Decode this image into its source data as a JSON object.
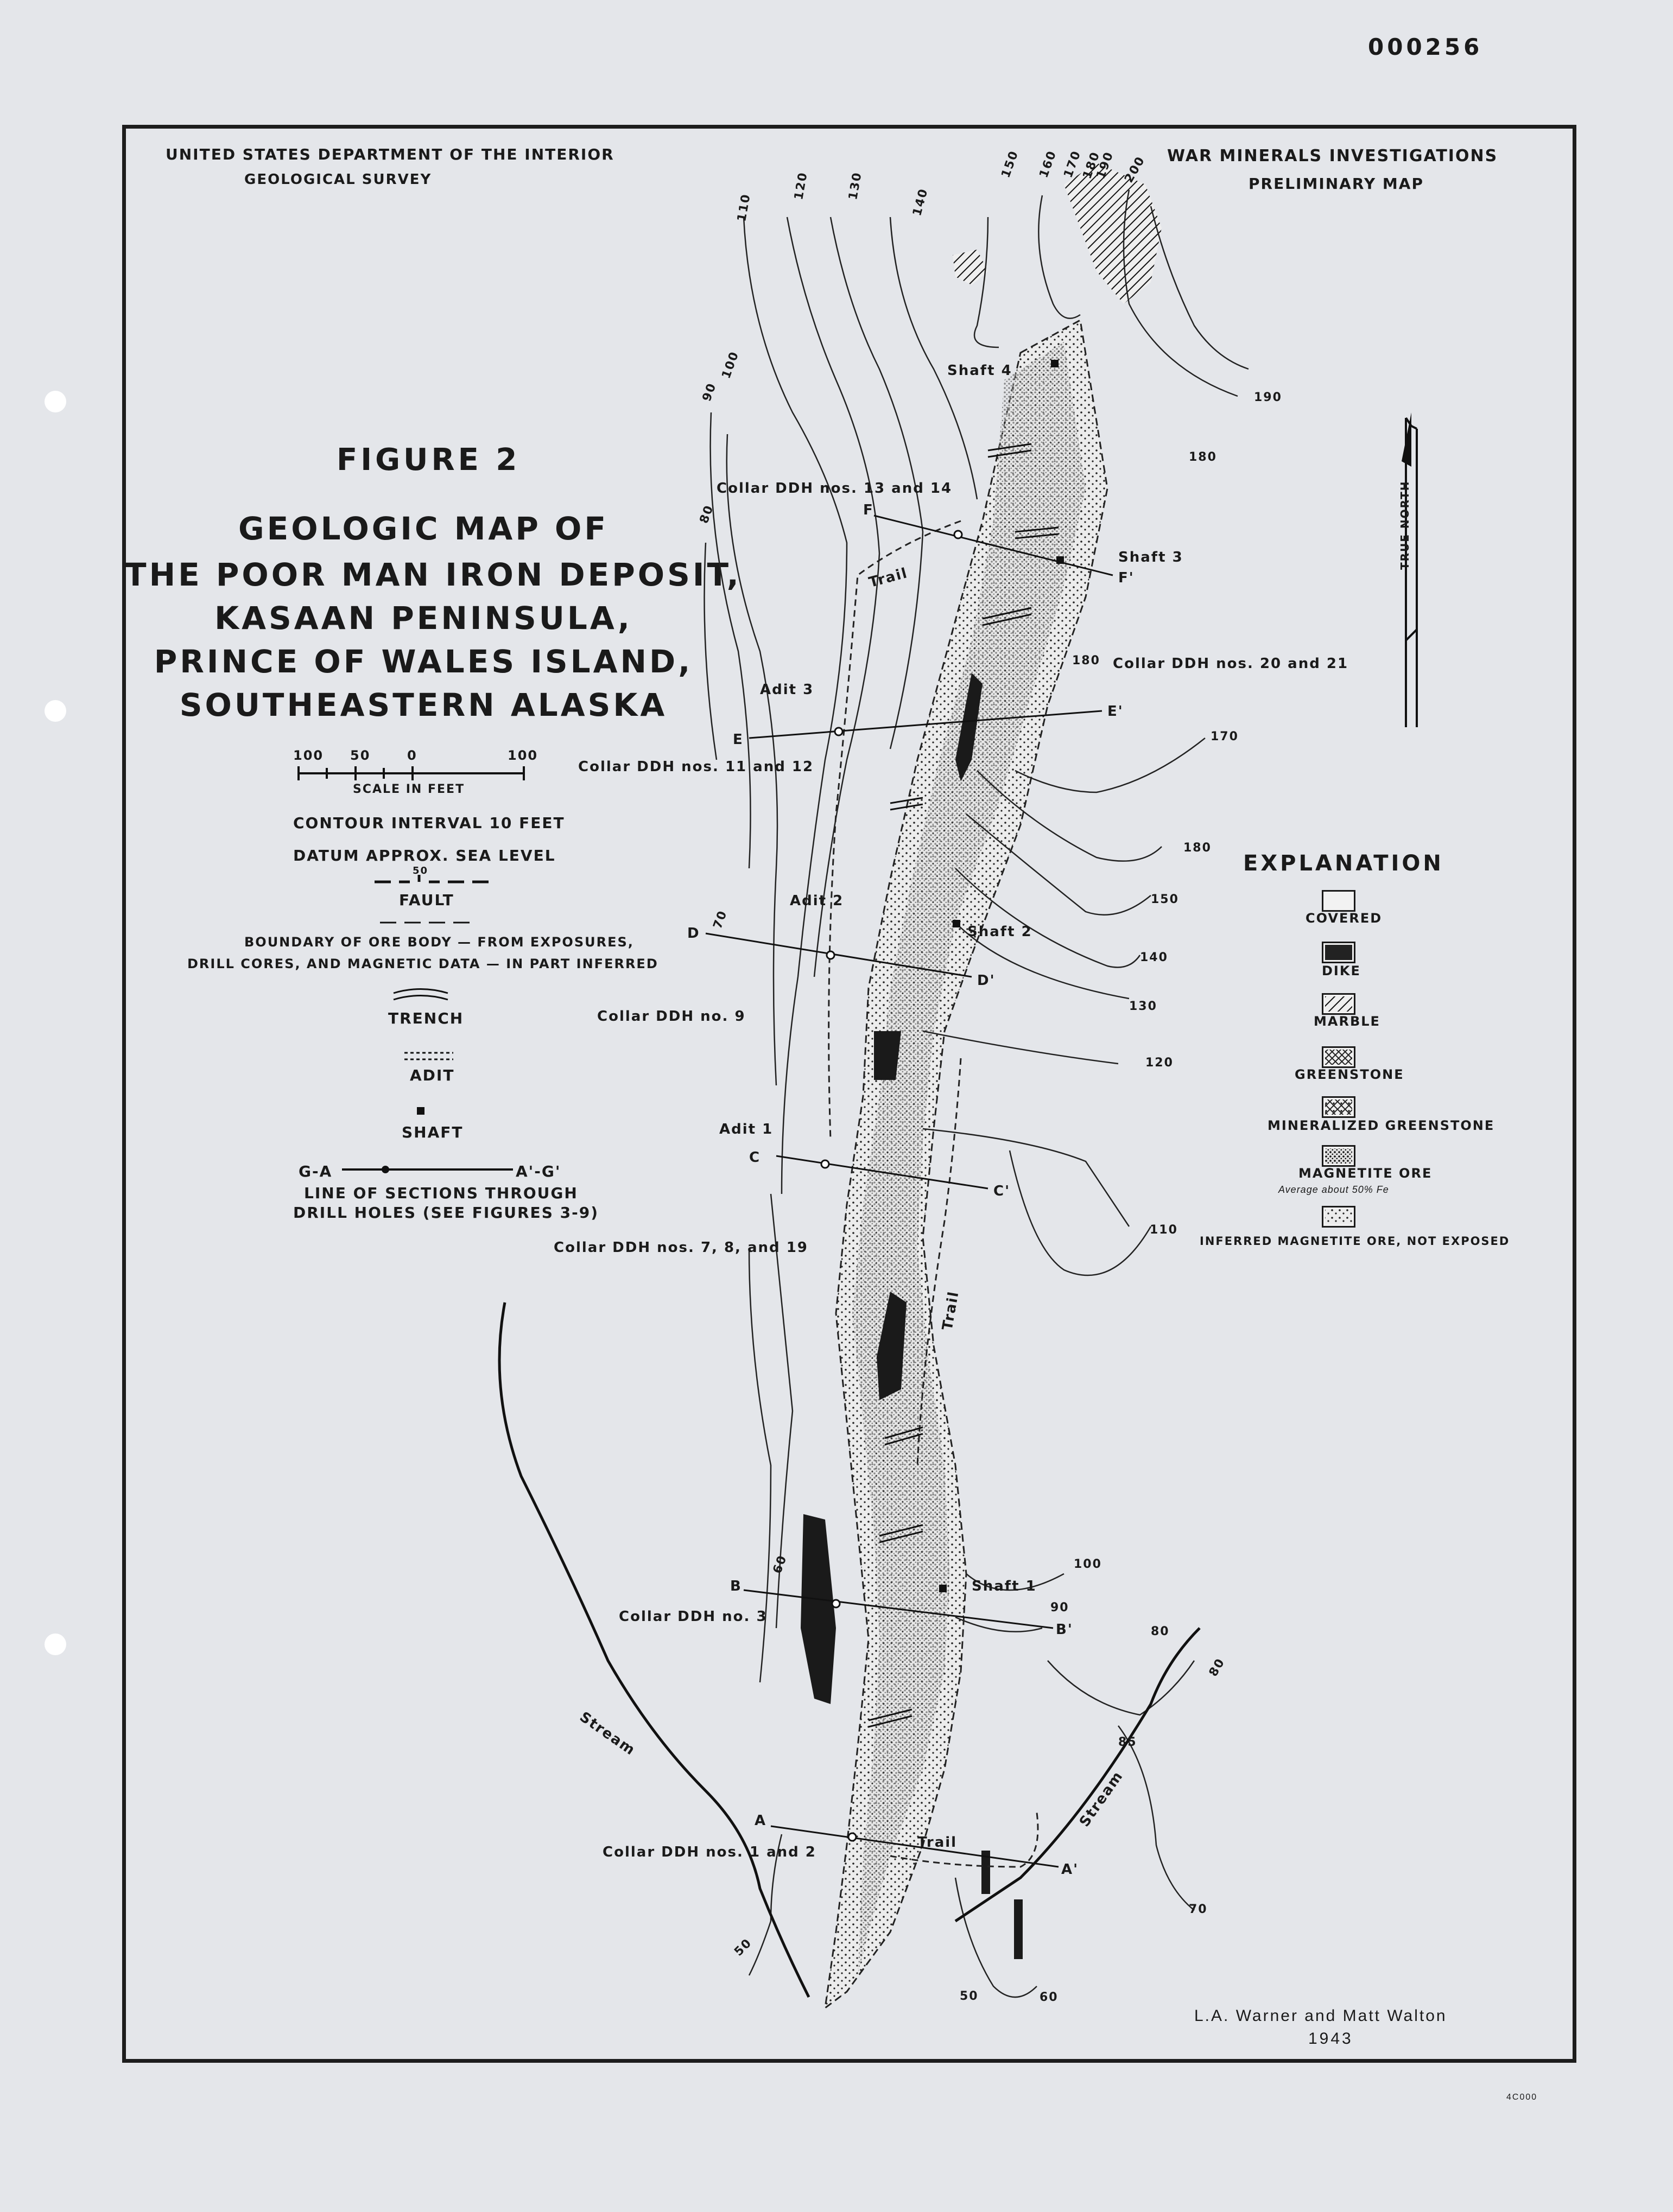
{
  "page_id": "000256",
  "footer_id": "4C000",
  "header": {
    "left_line1": "UNITED STATES DEPARTMENT OF THE INTERIOR",
    "left_line2": "GEOLOGICAL SURVEY",
    "right_line1": "WAR MINERALS INVESTIGATIONS",
    "right_line2": "PRELIMINARY MAP"
  },
  "title": {
    "figure": "FIGURE 2",
    "line1": "GEOLOGIC MAP OF",
    "line2": "THE POOR MAN IRON DEPOSIT,",
    "line3": "KASAAN PENINSULA,",
    "line4": "PRINCE OF WALES ISLAND,",
    "line5": "SOUTHEASTERN ALASKA"
  },
  "scale": {
    "ticks": [
      "100",
      "50",
      "0",
      "100"
    ],
    "caption": "SCALE IN FEET",
    "contour_interval": "CONTOUR INTERVAL 10 FEET",
    "datum": "DATUM APPROX. SEA LEVEL"
  },
  "left_legend": {
    "fault_dip": "50",
    "fault": "FAULT",
    "boundary_line1": "BOUNDARY OF ORE BODY — FROM EXPOSURES,",
    "boundary_line2": "DRILL CORES, AND MAGNETIC DATA — IN PART INFERRED",
    "trench": "TRENCH",
    "adit": "ADIT",
    "shaft": "SHAFT",
    "section_left": "G-A",
    "section_right": "A'-G'",
    "section_line1": "LINE OF SECTIONS THROUGH",
    "section_line2": "DRILL HOLES (SEE FIGURES 3-9)"
  },
  "explanation": {
    "heading": "EXPLANATION",
    "items": [
      {
        "label": "COVERED",
        "pattern": "blank"
      },
      {
        "label": "DIKE",
        "pattern": "dark-diagonal"
      },
      {
        "label": "MARBLE",
        "pattern": "hatched"
      },
      {
        "label": "GREENSTONE",
        "pattern": "crosshatch"
      },
      {
        "label": "MINERALIZED GREENSTONE",
        "pattern": "crosshatch-dots"
      },
      {
        "label": "MAGNETITE ORE",
        "note": "Average about 50% Fe",
        "pattern": "dense-dots"
      },
      {
        "label": "INFERRED MAGNETITE ORE, NOT EXPOSED",
        "pattern": "sparse-dots"
      }
    ]
  },
  "north_arrow": {
    "label": "TRUE NORTH"
  },
  "map_labels": {
    "shaft4": "Shaft 4",
    "shaft3": "Shaft 3",
    "shaft2": "Shaft 2",
    "shaft1": "Shaft 1",
    "adit3": "Adit 3",
    "adit2": "Adit 2",
    "adit1": "Adit 1",
    "ddh_13_14": "Collar DDH nos. 13 and 14",
    "ddh_20_21": "Collar DDH nos. 20 and 21",
    "ddh_11_12": "Collar DDH nos. 11 and 12",
    "ddh_9": "Collar DDH no. 9",
    "ddh_7_8_19": "Collar DDH nos. 7, 8, and 19",
    "ddh_3": "Collar DDH no. 3",
    "ddh_1_2": "Collar DDH nos. 1 and 2",
    "trail": "Trail",
    "stream": "Stream",
    "sec_F": "F",
    "sec_F2": "F'",
    "sec_E": "E",
    "sec_E2": "E'",
    "sec_D": "D",
    "sec_D2": "D'",
    "sec_C": "C",
    "sec_C2": "C'",
    "sec_B": "B",
    "sec_B2": "B'",
    "sec_A": "A",
    "sec_A2": "A'"
  },
  "contours": [
    "110",
    "120",
    "130",
    "140",
    "150",
    "160",
    "170",
    "180",
    "190",
    "200",
    "190",
    "180",
    "100",
    "90",
    "80",
    "180",
    "170",
    "180",
    "150",
    "140",
    "130",
    "120",
    "110",
    "70",
    "100",
    "90",
    "80",
    "80",
    "60",
    "85",
    "70",
    "50",
    "50",
    "60"
  ],
  "credits": {
    "authors": "L.A. Warner and Matt Walton",
    "year": "1943"
  }
}
